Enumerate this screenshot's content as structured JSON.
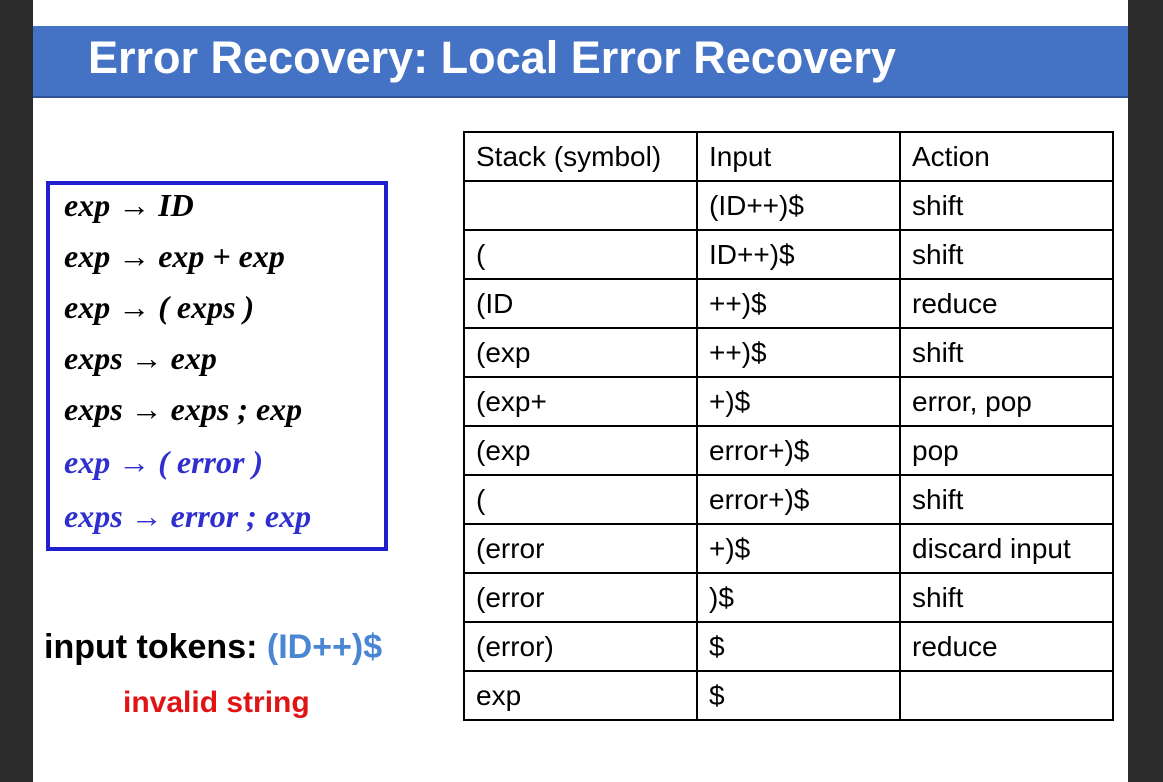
{
  "slide": {
    "title": "Error Recovery: Local Error Recovery"
  },
  "grammar": {
    "rules": [
      {
        "text": "exp → ID",
        "color": "#000000"
      },
      {
        "text": "exp → exp + exp",
        "color": "#000000"
      },
      {
        "text": "exp → ( exps )",
        "color": "#000000"
      },
      {
        "text": "exps → exp",
        "color": "#000000"
      },
      {
        "text": "exps → exps ; exp",
        "color": "#000000"
      },
      {
        "text": "exp → ( error )",
        "color": "#2f2fd0"
      },
      {
        "text": "exps → error ; exp",
        "color": "#2f2fd0"
      }
    ]
  },
  "input_info": {
    "label": "input tokens:",
    "value": "(ID++)$",
    "note": "invalid string"
  },
  "table": {
    "headers": [
      "Stack (symbol)",
      "Input",
      "Action"
    ],
    "rows": [
      [
        "",
        "(ID++)$",
        "shift"
      ],
      [
        "(",
        "ID++)$",
        "shift"
      ],
      [
        "(ID",
        "++)$",
        "reduce"
      ],
      [
        "(exp",
        "++)$",
        "shift"
      ],
      [
        "(exp+",
        "+)$",
        "error, pop"
      ],
      [
        "(exp",
        "error+)$",
        "pop"
      ],
      [
        "(",
        "error+)$",
        "shift"
      ],
      [
        "(error",
        "+)$",
        "discard input"
      ],
      [
        "(error",
        ")$",
        "shift"
      ],
      [
        "(error)",
        "$",
        "reduce"
      ],
      [
        "exp",
        "$",
        ""
      ]
    ]
  },
  "colors": {
    "title_bar": "#4472c4",
    "grammar_border": "#1f1fce",
    "error_rules": "#2f2fd0",
    "token_value": "#4a86d4",
    "invalid_note": "#e01414"
  }
}
